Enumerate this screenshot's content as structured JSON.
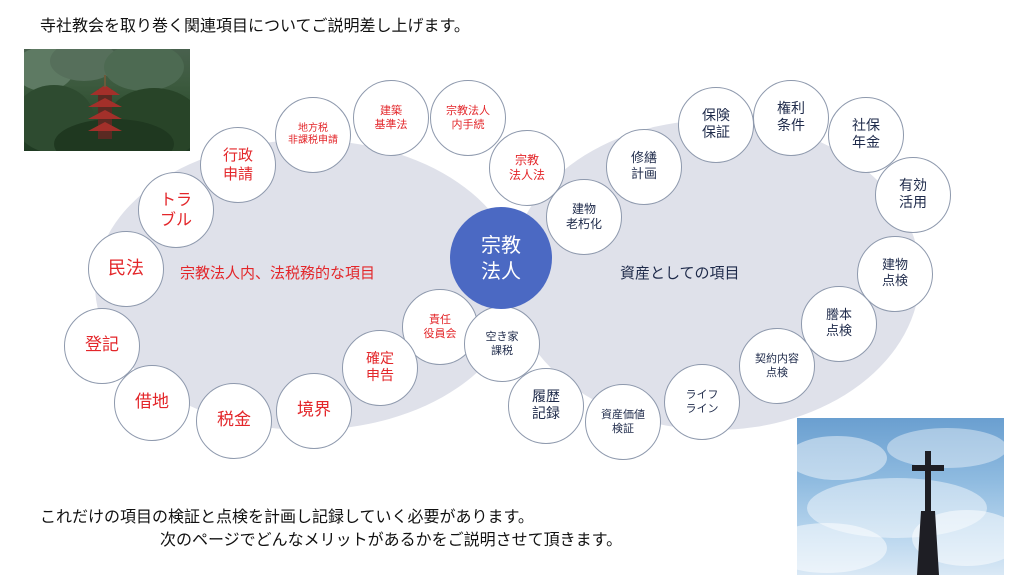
{
  "header": {
    "text": "寺社教会を取り巻く関連項目についてご説明差し上げます。"
  },
  "center": {
    "label": "宗教\n法人"
  },
  "left_region": {
    "label": "宗教法人内、法税務的な項目"
  },
  "right_region": {
    "label": "資産としての項目"
  },
  "left_items": [
    "民法",
    "トラ\nブル",
    "行政\n申請",
    "地方税\n非課税申請",
    "建築\n基準法",
    "宗教法人\n内手続",
    "宗教\n法人法",
    "責任\n役員会",
    "確定\n申告",
    "境界",
    "税金",
    "借地",
    "登記"
  ],
  "right_items": [
    "建物\n老朽化",
    "修繕\n計画",
    "保険\n保証",
    "権利\n条件",
    "社保\n年金",
    "有効\n活用",
    "建物\n点検",
    "謄本\n点検",
    "契約内容\n点検",
    "ライフ\nライン",
    "資産価値\n検証",
    "履歴\n記録",
    "空き家\n課税"
  ],
  "footer": {
    "line1": "これだけの項目の検証と点検を計画し記録していく必要があります。",
    "line2": "次のページでどんなメリットがあるかをご説明させて頂きます。"
  },
  "colors": {
    "left_text": "#e3262a",
    "right_text": "#1e2a4a",
    "center_fill": "#4b69c3",
    "region_fill": "#dfe1ea"
  }
}
